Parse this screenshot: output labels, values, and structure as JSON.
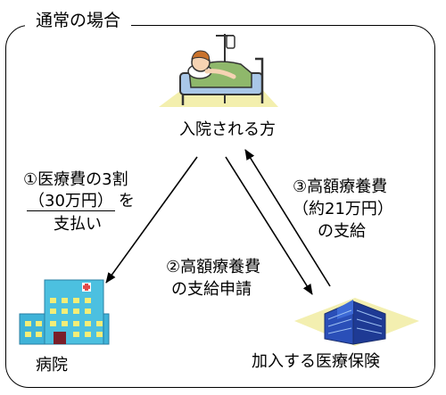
{
  "diagram": {
    "title": "通常の場合",
    "patient": {
      "label": "入院される方"
    },
    "hospital": {
      "label": "病院"
    },
    "insurer": {
      "label": "加入する医療保険"
    },
    "step1": {
      "line1": "①医療費の3割",
      "amount": "（30万円）",
      "particle": "を",
      "line3": "支払い"
    },
    "step2": {
      "line1": "②高額療養費",
      "line2": "の支給申請"
    },
    "step3": {
      "line1": "③高額療養費",
      "line2": "（約21万円）",
      "line3": "の支給"
    }
  }
}
